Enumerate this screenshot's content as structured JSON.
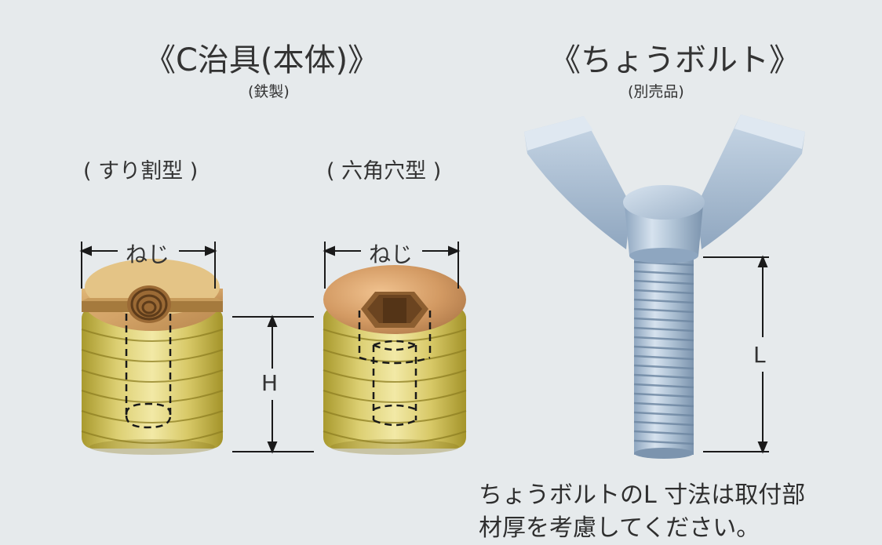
{
  "left": {
    "title": "《C治具(本体)》",
    "material": "(鉄製)",
    "types": {
      "slotted": "( すり割型 )",
      "hex": "( 六角穴型 )"
    },
    "thread_label": "ねじ",
    "height_label": "H"
  },
  "right": {
    "title": "《ちょうボルト》",
    "material": "(別売品)",
    "length_label": "L",
    "note_lines": [
      "ちょうボルトのL 寸法は取付部",
      "材厚を考慮してください。"
    ]
  }
}
